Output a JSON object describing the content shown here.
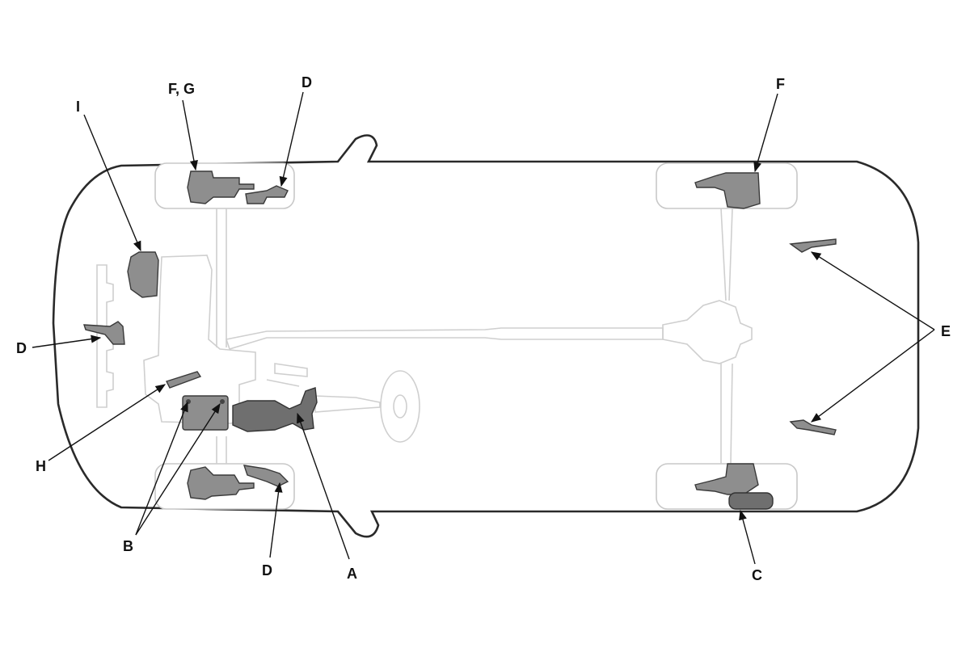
{
  "labels": {
    "fg_front": "F, G",
    "d_top": "D",
    "i": "I",
    "f_rear": "F",
    "d_left": "D",
    "e": "E",
    "h": "H",
    "b": "B",
    "d_bottom": "D",
    "a": "A",
    "c": "C"
  },
  "colors": {
    "component_fill": "#8e8e8e",
    "component_dark": "#6f6f6f",
    "outline": "#cfcfcf",
    "body": "#2a2a2a"
  }
}
